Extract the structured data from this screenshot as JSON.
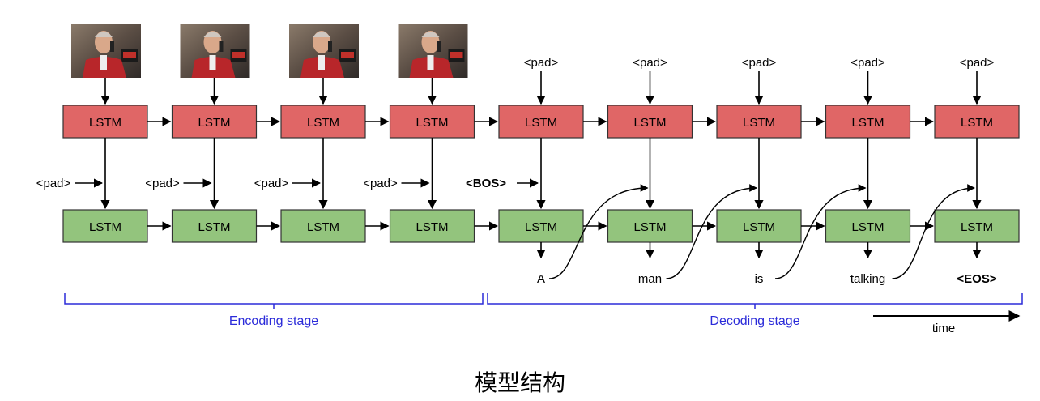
{
  "diagram": {
    "encoder_count": 4,
    "decoder_count": 5,
    "lstm_label": "LSTM",
    "top_inputs": [
      "<pad>",
      "<pad>",
      "<pad>",
      "<pad>",
      "<pad>"
    ],
    "mid_inputs_encoding": [
      "<pad>",
      "<pad>",
      "<pad>",
      "<pad>"
    ],
    "mid_input_decoding": "<BOS>",
    "outputs": [
      "A",
      "man",
      "is",
      "talking",
      "<EOS>"
    ],
    "encoding_stage_label": "Encoding stage",
    "decoding_stage_label": "Decoding stage",
    "time_label": "time",
    "caption": "模型结构",
    "colors": {
      "top_lstm_fill": "#e06666",
      "bottom_lstm_fill": "#93c47d",
      "stage_brace": "#2b2bd9",
      "arrow": "#000000"
    },
    "icons": [
      "video-frame-image"
    ]
  }
}
